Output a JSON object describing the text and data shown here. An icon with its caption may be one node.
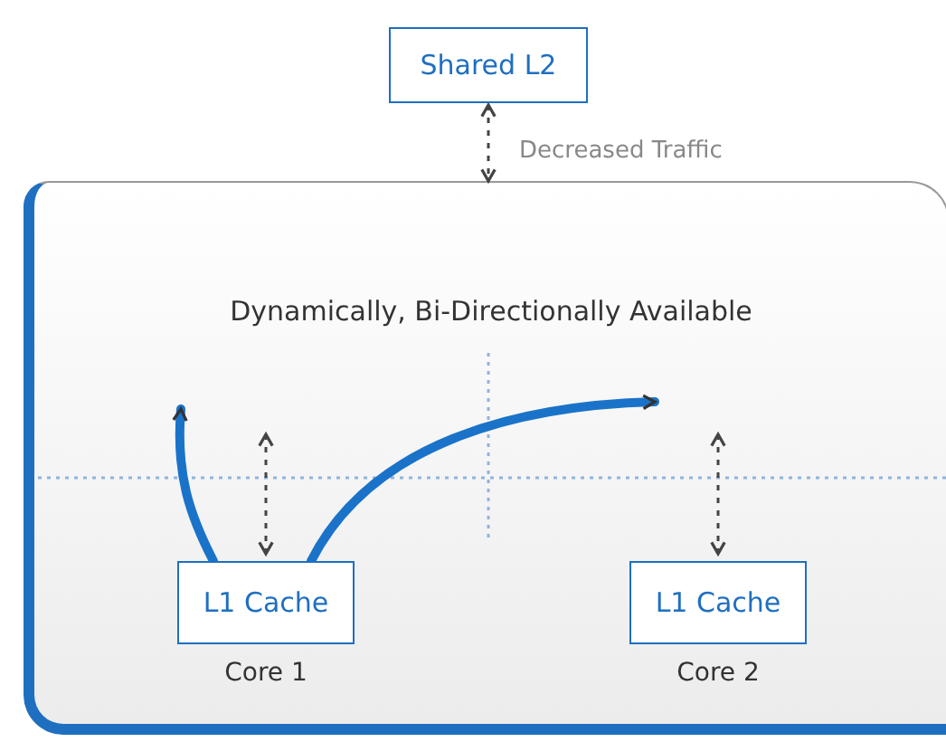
{
  "diagram": {
    "nodes": [
      {
        "text": [
          "Shared L2"
        ]
      },
      {
        "text": [
          "Dynamically, Bi-Directionally Available"
        ]
      },
      {
        "text": [
          "L1 Cache"
        ],
        "in": 1,
        "beside": [
          "Core 1"
        ]
      },
      {
        "text": [
          "L1 Cache"
        ],
        "in": 1,
        "beside": [
          "Core 2"
        ]
      }
    ],
    "edges": [
      {
        "from": 0,
        "to": 1,
        "arrow": "both",
        "style": "dashed",
        "label": "Decreased Traffic"
      },
      {
        "from": 2,
        "to": null,
        "arrow": "to",
        "style": "thick",
        "color": "#1a73c8"
      },
      {
        "from": 2,
        "to": null,
        "arrow": "both",
        "style": "dashed"
      },
      {
        "from": 2,
        "to": null,
        "arrow": "to",
        "style": "thick",
        "color": "#1a73c8"
      },
      {
        "from": 3,
        "to": null,
        "arrow": "both",
        "style": "dashed"
      }
    ]
  }
}
